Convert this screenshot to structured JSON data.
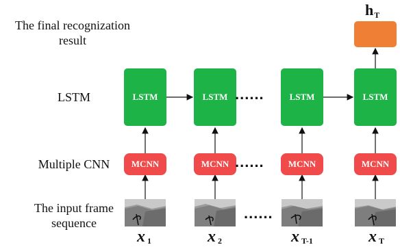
{
  "row_labels": {
    "result": "The final recognization\nresult",
    "lstm": "LSTM",
    "cnn": "Multiple CNN",
    "input": "The input frame\nsequence"
  },
  "boxes": {
    "lstm_label": "LSTM",
    "mcnn_label": "MCNN"
  },
  "ellipsis": "......",
  "inputs": [
    {
      "base": "x",
      "sub": "1"
    },
    {
      "base": "x",
      "sub": "2"
    },
    {
      "base": "x",
      "sub": "T-1"
    },
    {
      "base": "x",
      "sub": "T"
    }
  ],
  "output": {
    "base": "h",
    "sub": "T"
  },
  "colors": {
    "lstm": "#1db347",
    "mcnn": "#f04a4a",
    "output": "#ef7f35",
    "arrow": "#111111"
  }
}
